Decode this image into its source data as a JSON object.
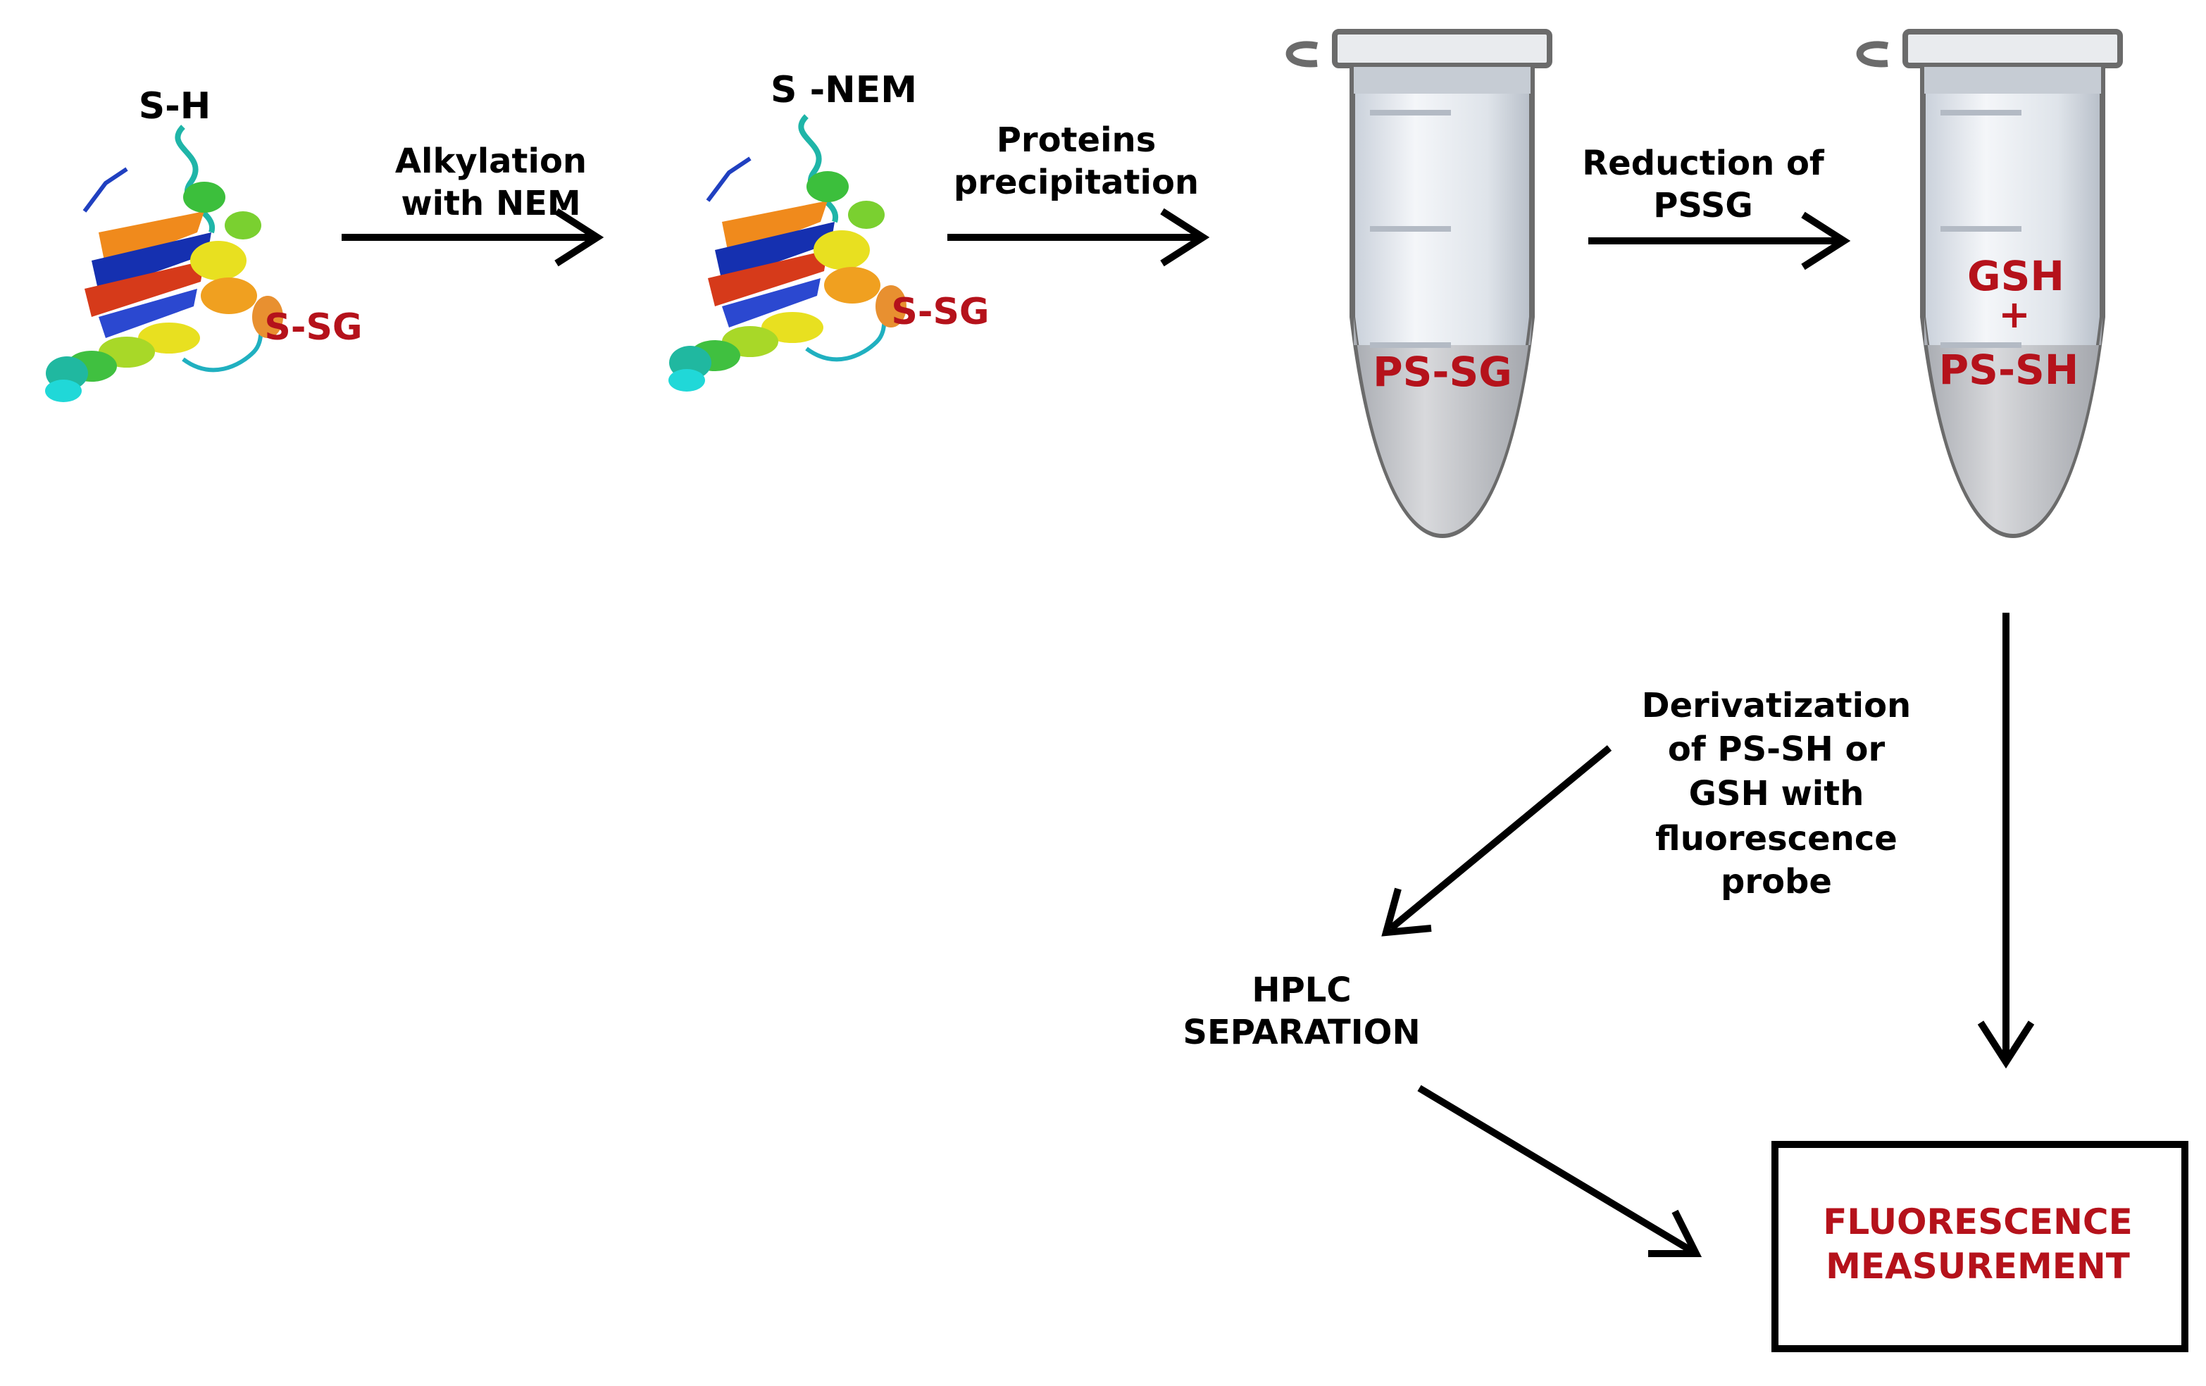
{
  "colors": {
    "black": "#000000",
    "red": "#b5121b",
    "tube_stroke": "#6b6b6b",
    "tube_fill": "#e4e8ee",
    "tube_pellet": "#c9c9cc"
  },
  "proteins": [
    {
      "name": "protein-1",
      "top_label": "S-H",
      "side_label": "S-SG"
    },
    {
      "name": "protein-2",
      "top_label": "S -NEM",
      "side_label": "S-SG"
    }
  ],
  "steps": {
    "alkylation": [
      "Alkylation",
      "with NEM"
    ],
    "precipitation": [
      "Proteins",
      "precipitation"
    ],
    "reduction": [
      "Reduction of",
      "PSSG"
    ],
    "derivatization": [
      "Derivatization",
      "of PS-SH or",
      "GSH with",
      "fluorescence",
      "probe"
    ],
    "hplc": [
      "HPLC",
      "SEPARATION"
    ],
    "measurement": [
      "FLUORESCENCE",
      "MEASUREMENT"
    ]
  },
  "tubes": {
    "tube1": {
      "content": "PS-SG"
    },
    "tube2": {
      "content_top": "GSH",
      "plus": "+",
      "content_bottom": "PS-SH"
    }
  }
}
